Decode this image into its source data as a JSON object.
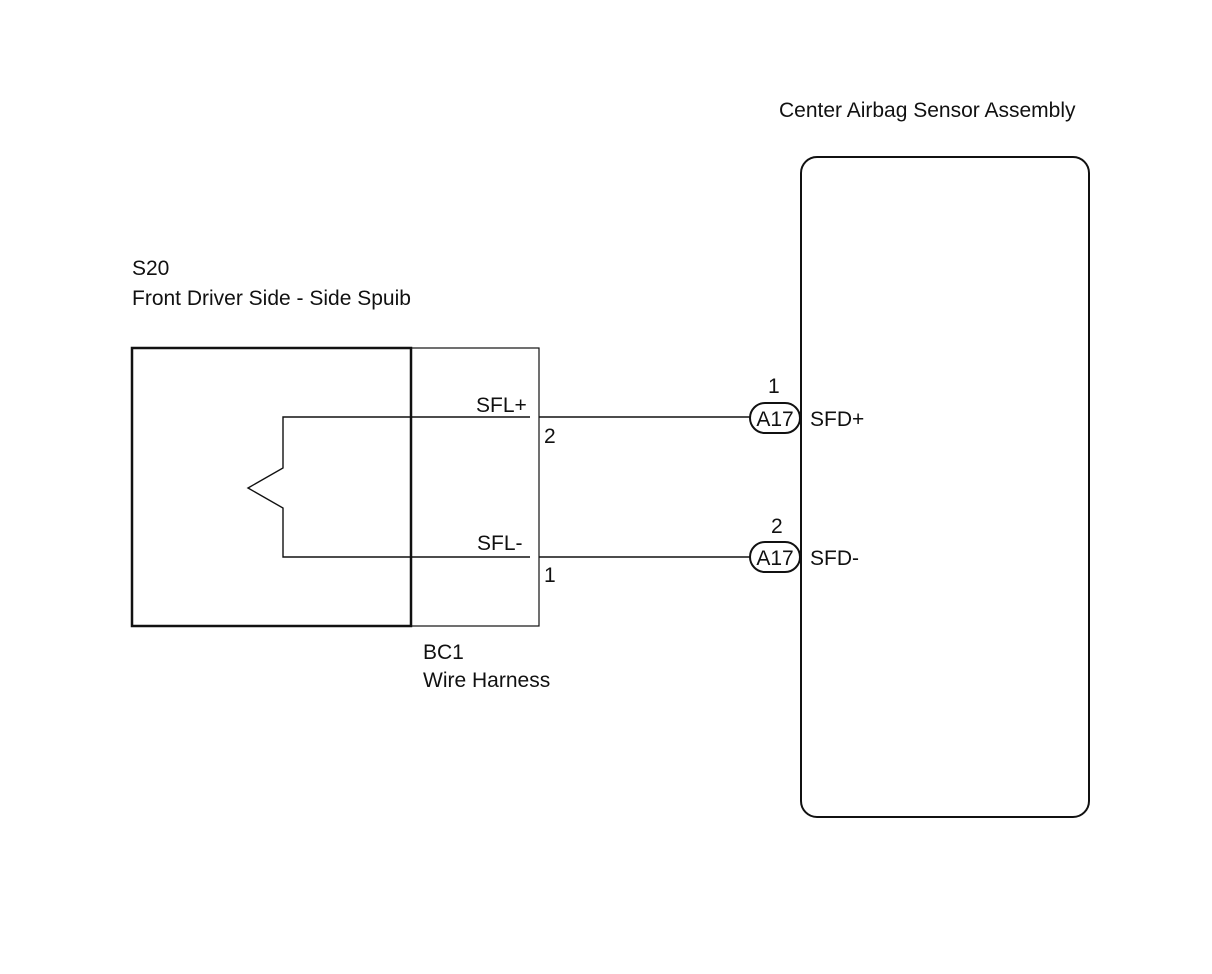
{
  "squib": {
    "code": "S20",
    "name": "Front Driver Side - Side Spuib",
    "pin_pos_label": "SFL+",
    "pin_neg_label": "SFL-",
    "pin_pos_number": "2",
    "pin_neg_number": "1"
  },
  "harness": {
    "code": "BC1",
    "name": "Wire Harness"
  },
  "sensor": {
    "title": "Center Airbag Sensor Assembly",
    "connector_pos": {
      "pin_number": "1",
      "connector": "A17",
      "terminal": "SFD+"
    },
    "connector_neg": {
      "pin_number": "2",
      "connector": "A17",
      "terminal": "SFD-"
    }
  }
}
